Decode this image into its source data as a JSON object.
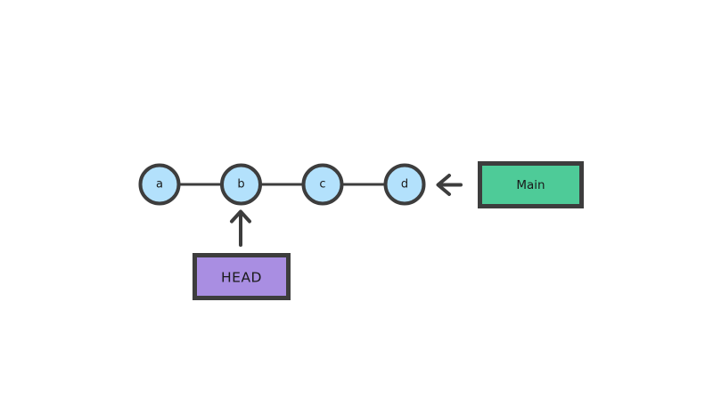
{
  "diagram": {
    "type": "git-commit-graph",
    "nodes": [
      {
        "id": "a",
        "label": "a"
      },
      {
        "id": "b",
        "label": "b"
      },
      {
        "id": "c",
        "label": "c"
      },
      {
        "id": "d",
        "label": "d"
      }
    ],
    "labels": {
      "branch": "Main",
      "head": "HEAD"
    },
    "arrows": [
      {
        "name": "branch-to-node-d",
        "direction": "left"
      },
      {
        "name": "head-to-node-b",
        "direction": "up"
      }
    ],
    "colors": {
      "background": "#ffffff",
      "stroke": "#3d3d3d",
      "text": "#1a1a1a",
      "node_fill": "#b3e1fc",
      "branch_fill": "#4ecb98",
      "head_fill": "#a98ee2"
    }
  }
}
